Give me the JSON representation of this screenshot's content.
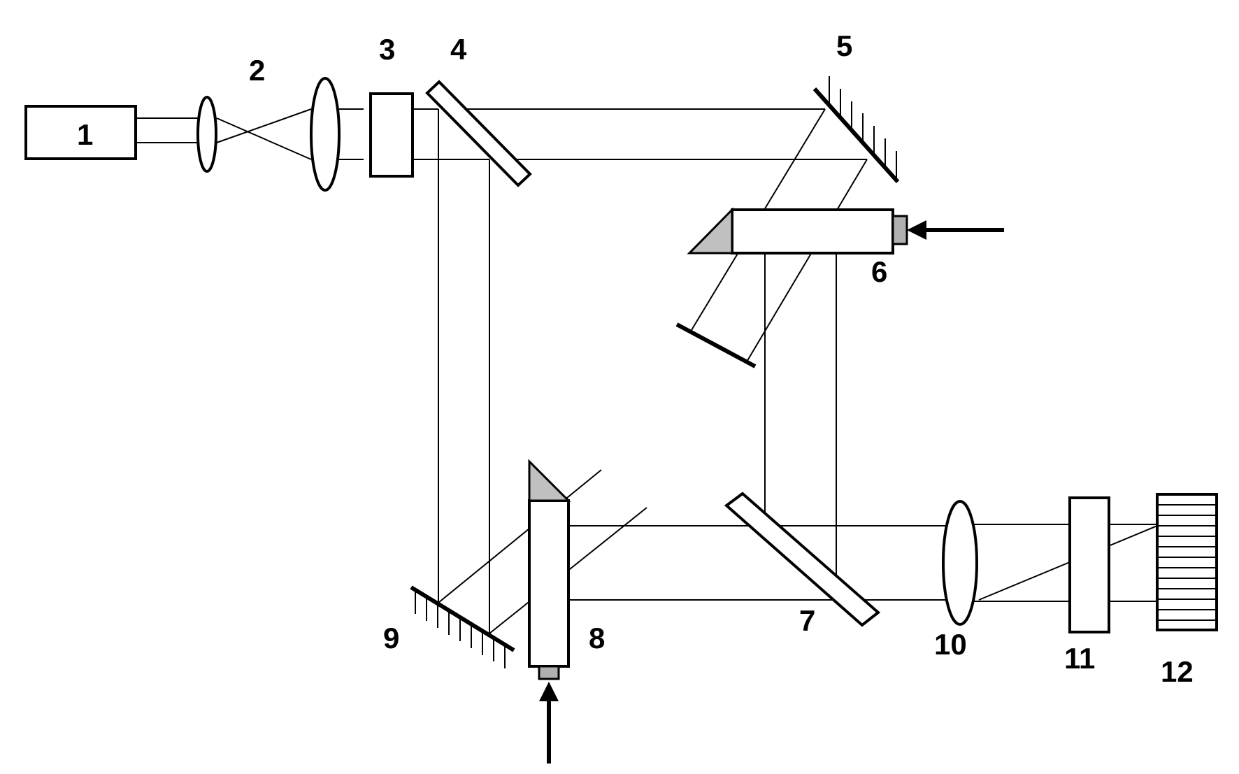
{
  "labels": {
    "laser": "1",
    "expander": "2",
    "element3": "3",
    "splitter4": "4",
    "mirror5": "5",
    "stage6": "6",
    "splitter7": "7",
    "stage8": "8",
    "mirror9": "9",
    "lens10": "10",
    "element11": "11",
    "detector12": "12"
  }
}
